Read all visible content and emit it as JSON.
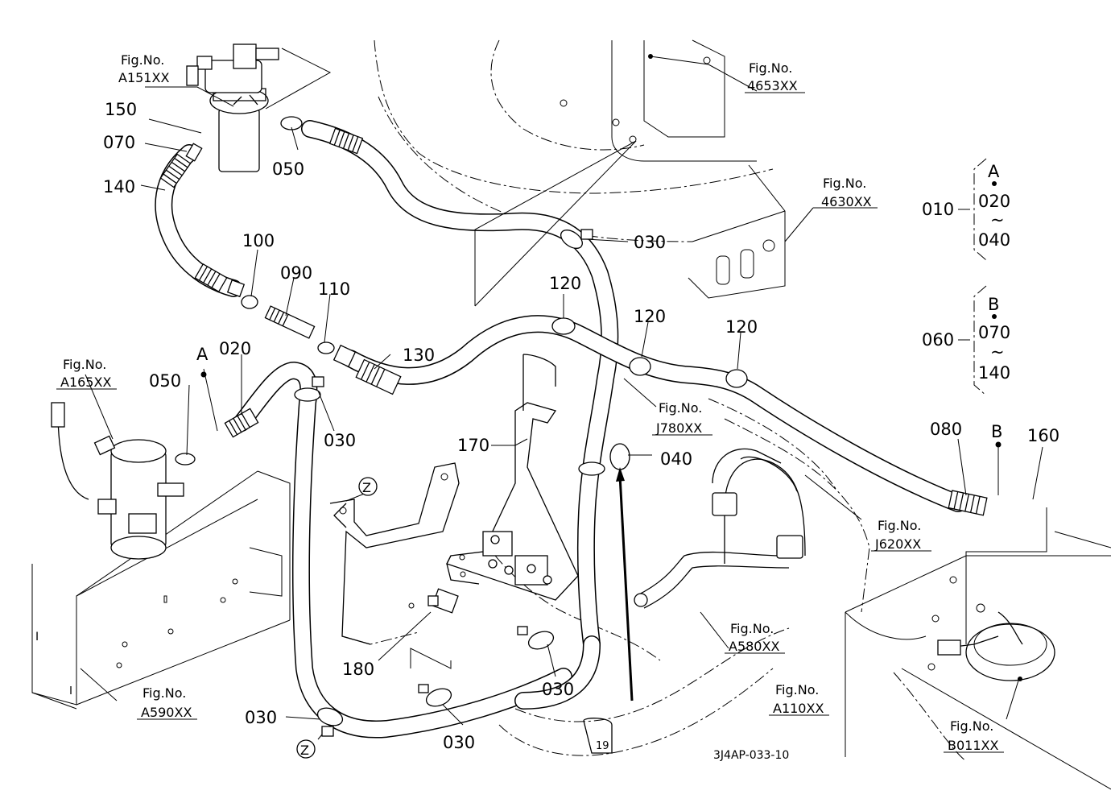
{
  "figure_code": "3J4AP-033-10",
  "fig_refs": [
    {
      "id": "a151",
      "line1": "Fig.No.",
      "line2": "A151XX"
    },
    {
      "id": "4653",
      "line1": "Fig.No.",
      "line2": "4653XX"
    },
    {
      "id": "4630",
      "line1": "Fig.No.",
      "line2": "4630XX"
    },
    {
      "id": "a165",
      "line1": "Fig.No.",
      "line2": "A165XX"
    },
    {
      "id": "j780",
      "line1": "Fig.No.",
      "line2": "J780XX"
    },
    {
      "id": "j620",
      "line1": "Fig.No.",
      "line2": "J620XX"
    },
    {
      "id": "a580",
      "line1": "Fig.No.",
      "line2": "A580XX"
    },
    {
      "id": "a590",
      "line1": "Fig.No.",
      "line2": "A590XX"
    },
    {
      "id": "a110",
      "line1": "Fig.No.",
      "line2": "A110XX"
    },
    {
      "id": "b011",
      "line1": "Fig.No.",
      "line2": "B011XX"
    }
  ],
  "part_labels": {
    "p150": "150",
    "p070": "070",
    "p140": "140",
    "p050a": "050",
    "p100": "100",
    "p090": "090",
    "p110": "110",
    "p030a": "030",
    "p120a": "120",
    "p120b": "120",
    "p120c": "120",
    "p130": "130",
    "p050b": "050",
    "pA": "A",
    "p020": "020",
    "p030b": "030",
    "p170": "170",
    "p040": "040",
    "p080": "080",
    "pB": "B",
    "p160": "160",
    "p180": "180",
    "p030c": "030",
    "p030d": "030",
    "p030e": "030",
    "zA": "Z",
    "zB": "Z"
  },
  "legend": {
    "a": {
      "ref": "010",
      "letter": "A",
      "from": "020",
      "tilde": "~",
      "to": "040"
    },
    "b": {
      "ref": "060",
      "letter": "B",
      "from": "070",
      "tilde": "~",
      "to": "140"
    }
  },
  "bracket_marks": {
    "clip_tag": "19",
    "frame_mark": "I"
  }
}
